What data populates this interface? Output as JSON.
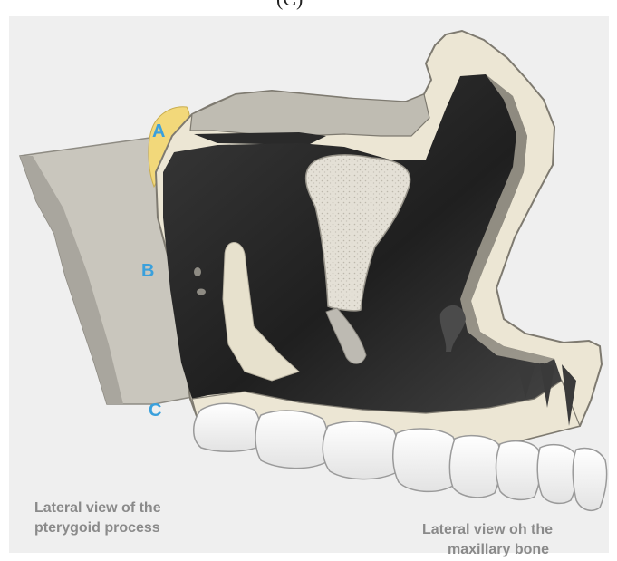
{
  "header": "(C)",
  "labels": {
    "a": "A",
    "b": "B",
    "c": "C"
  },
  "captions": {
    "pterygoid_line1": "Lateral view of the",
    "pterygoid_line2": "pterygoid process",
    "maxilla_line1": "Lateral view oh the",
    "maxilla_line2": "maxillary bone"
  },
  "colors": {
    "background_panel": "#eeeeee",
    "bone": "#ece6d4",
    "pterygoid_plate": "#b7b4ab",
    "sinus_cavity": "#2c2c2c",
    "label_blue": "#3aa0dc",
    "highlight_yellow": "#f2d87a",
    "caption_gray": "#8a8a8a"
  }
}
